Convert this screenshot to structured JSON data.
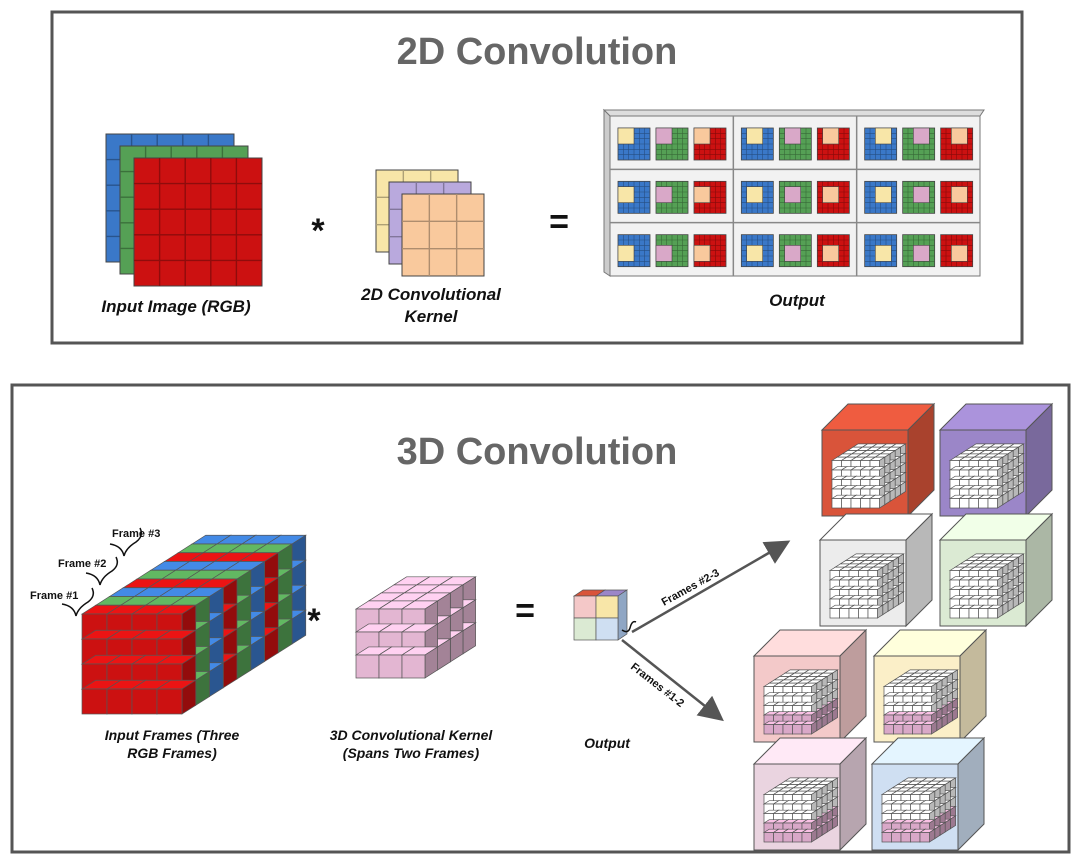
{
  "conv2d": {
    "title": "2D Convolution",
    "input_label": "Input Image (RGB)",
    "kernel_label_line1": "2D Convolutional",
    "kernel_label_line2": "Kernel",
    "output_label": "Output",
    "multiply_symbol": "*",
    "equals_symbol": "="
  },
  "conv3d": {
    "title": "3D Convolution",
    "frame_labels": [
      "Frame #3",
      "Frame #2",
      "Frame #1"
    ],
    "input_label_line1": "Input Frames (Three",
    "input_label_line2": "RGB Frames)",
    "kernel_label_line1": "3D Convolutional Kernel",
    "kernel_label_line2": "(Spans Two Frames)",
    "output_label": "Output",
    "arrow_label_top": "Frames #2-3",
    "arrow_label_bottom": "Frames #1-2",
    "multiply_symbol": "*",
    "equals_symbol": "="
  },
  "colors": {
    "red": "#cc1111",
    "green": "#55a055",
    "blue": "#3a78c8",
    "yellow": "#f8e6a8",
    "purple": "#b9a9dd",
    "peach": "#f9c99d",
    "pink": "#d9a8c8",
    "frame_border": "#555555"
  },
  "outputs_top": [
    {
      "color": "#d9543a",
      "name": "red"
    },
    {
      "color": "#9b86c8",
      "name": "purple"
    },
    {
      "color": "#ececec",
      "name": "gray"
    },
    {
      "color": "#dbead3",
      "name": "light-green"
    }
  ],
  "outputs_bottom": [
    {
      "color": "#f3c9c9",
      "name": "pink"
    },
    {
      "color": "#fbefc8",
      "name": "cream"
    },
    {
      "color": "#ead4e0",
      "name": "mauve"
    },
    {
      "color": "#cfdff2",
      "name": "light-blue"
    }
  ]
}
